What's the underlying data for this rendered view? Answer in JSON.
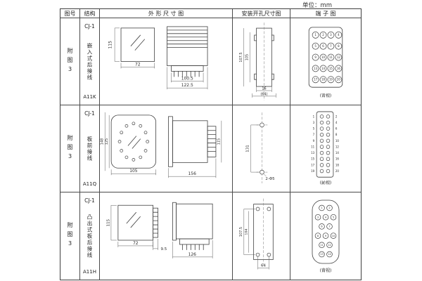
{
  "unit_label": "单位：mm",
  "table": {
    "headers": {
      "fig": "图号",
      "struct": "结构",
      "outline": "外 形 尺 寸 图",
      "mount": "安装开孔尺寸图",
      "terminal": "端 子 图"
    },
    "rows": [
      {
        "fig": "附图3",
        "model": "CJ-1",
        "struct_name": "嵌入式后接线",
        "code": "A11K",
        "outline_dims": {
          "height": "115",
          "width": "72",
          "socket_width": "100.5",
          "total_width": "122.5"
        },
        "mount_dims": {
          "cutout_height": "107.5",
          "inner_height": "105",
          "slot_width": "16",
          "spacing": "(64)"
        },
        "terminal": {
          "view_label": "(背视)",
          "layout": "grid",
          "cols": 4,
          "rows": 5,
          "count": 20
        }
      },
      {
        "fig": "附图3",
        "model": "CJ-1",
        "struct_name": "板前接线",
        "code": "A11Q",
        "outline_dims": {
          "outer_height": "148",
          "inner_height": "125",
          "width": "105",
          "depth": "156",
          "side_height": "115"
        },
        "mount_dims": {
          "hole_spacing": "131",
          "hole_note": "2-Φ5"
        },
        "terminal": {
          "view_label": "(前视)",
          "layout": "strip",
          "rows": 10,
          "count": 20
        }
      },
      {
        "fig": "附图3",
        "model": "CJ-1",
        "struct_name": "凸出式板后接线",
        "code": "A11H",
        "outline_dims": {
          "height": "115",
          "width": "72",
          "pin_pitch": "9.5",
          "depth": "126"
        },
        "mount_dims": {
          "hole_spacing_v": "107.5",
          "inner_height": "104",
          "hole_spacing_h": "64"
        },
        "terminal": {
          "view_label": "(背视)",
          "layout": "stagger",
          "pattern": [
            2,
            3,
            2,
            3,
            2,
            2
          ],
          "count": 14
        }
      }
    ]
  }
}
